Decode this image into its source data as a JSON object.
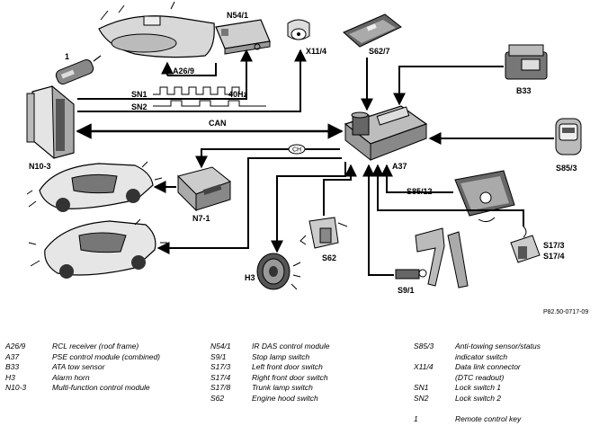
{
  "labels": {
    "a26_9": "A26/9",
    "n54_1": "N54/1",
    "x11_4": "X11/4",
    "s62_7": "S62/7",
    "b33": "B33",
    "key": "1",
    "sn1": "SN1",
    "sn2": "SN2",
    "hz": "40Hz",
    "can": "CAN",
    "n10_3": "N10-3",
    "a37": "A37",
    "s85_3": "S85/3",
    "s85_12": "S85/12",
    "n7_1": "N7-1",
    "s17_3": "S17/3",
    "s17_4": "S17/4",
    "h3": "H3",
    "s62": "S62",
    "s9_1": "S9/1",
    "bus_symbol": "CH"
  },
  "reference": "P82.50-0717-09",
  "legend": [
    [
      {
        "code": "A26/9",
        "desc": "RCL receiver (roof frame)"
      },
      {
        "code": "A37",
        "desc": "PSE control module (combined)"
      },
      {
        "code": "B33",
        "desc": "ATA tow sensor"
      },
      {
        "code": "H3",
        "desc": "Alarm horn"
      },
      {
        "code": "N10-3",
        "desc": "Multi-function control module"
      }
    ],
    [
      {
        "code": "N54/1",
        "desc": "IR DAS control module"
      },
      {
        "code": "S9/1",
        "desc": "Stop lamp switch"
      },
      {
        "code": "S17/3",
        "desc": "Left front door switch"
      },
      {
        "code": "S17/4",
        "desc": "Right front door switch"
      },
      {
        "code": "S17/8",
        "desc": "Trunk lamp switch"
      },
      {
        "code": "S62",
        "desc": "Engine hood switch"
      }
    ],
    [
      {
        "code": "S85/3",
        "desc": "Anti-towing sensor/status"
      },
      {
        "code": "",
        "desc": "indicator switch"
      },
      {
        "code": "X11/4",
        "desc": "Data link connector"
      },
      {
        "code": "",
        "desc": "(DTC readout)"
      },
      {
        "code": "SN1",
        "desc": "Lock switch 1"
      },
      {
        "code": "SN2",
        "desc": "Lock switch 2"
      },
      {
        "code": "",
        "desc": ""
      },
      {
        "code": "1",
        "desc": "Remote control key"
      }
    ]
  ]
}
